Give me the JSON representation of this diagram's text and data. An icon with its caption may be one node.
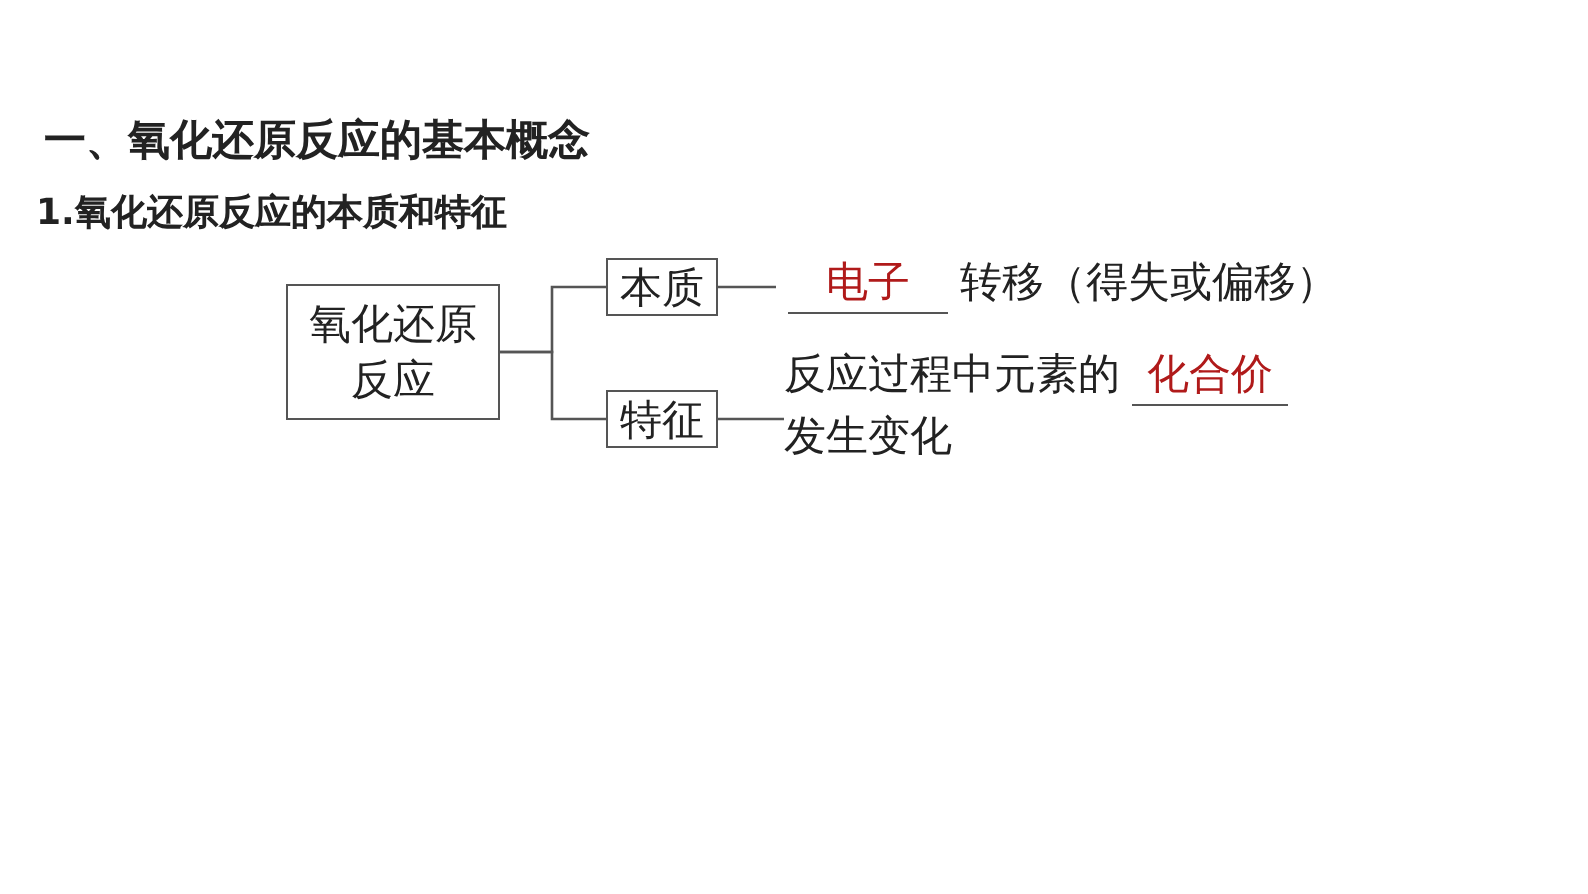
{
  "diagram": {
    "title": "一、氧化还原反应的基本概念",
    "nodes": [
      {
        "text": [
          "氧化还原反应"
        ]
      },
      {
        "text": [
          "本质"
        ]
      },
      {
        "text": [
          "特征"
        ]
      },
      {
        "text": [
          "电子",
          "转移（得失或偏移）"
        ]
      },
      {
        "text": [
          "反应过程中元素的",
          "化合价",
          "发生变化"
        ]
      }
    ],
    "edges": [
      {
        "from": 0,
        "to": 1,
        "arrow": "none"
      },
      {
        "from": 0,
        "to": 2,
        "arrow": "none"
      },
      {
        "from": 1,
        "to": 3,
        "arrow": "none"
      },
      {
        "from": 2,
        "to": 4,
        "arrow": "none"
      }
    ],
    "labels": [
      "1.氧化还原反应的本质和特征"
    ]
  }
}
